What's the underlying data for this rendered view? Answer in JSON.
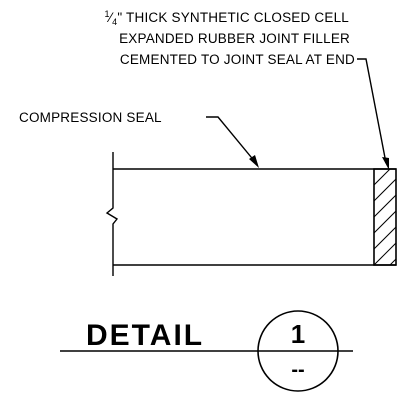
{
  "callouts": {
    "filler_fraction_num": "1",
    "filler_fraction_den": "4",
    "filler_line1_rest": "\" THICK SYNTHETIC CLOSED CELL",
    "filler_line2": "EXPANDED RUBBER JOINT FILLER",
    "filler_line3": "CEMENTED TO JOINT SEAL AT END",
    "seal_label": "COMPRESSION SEAL"
  },
  "detail": {
    "title": "DETAIL",
    "number": "1",
    "sheet": "--"
  }
}
